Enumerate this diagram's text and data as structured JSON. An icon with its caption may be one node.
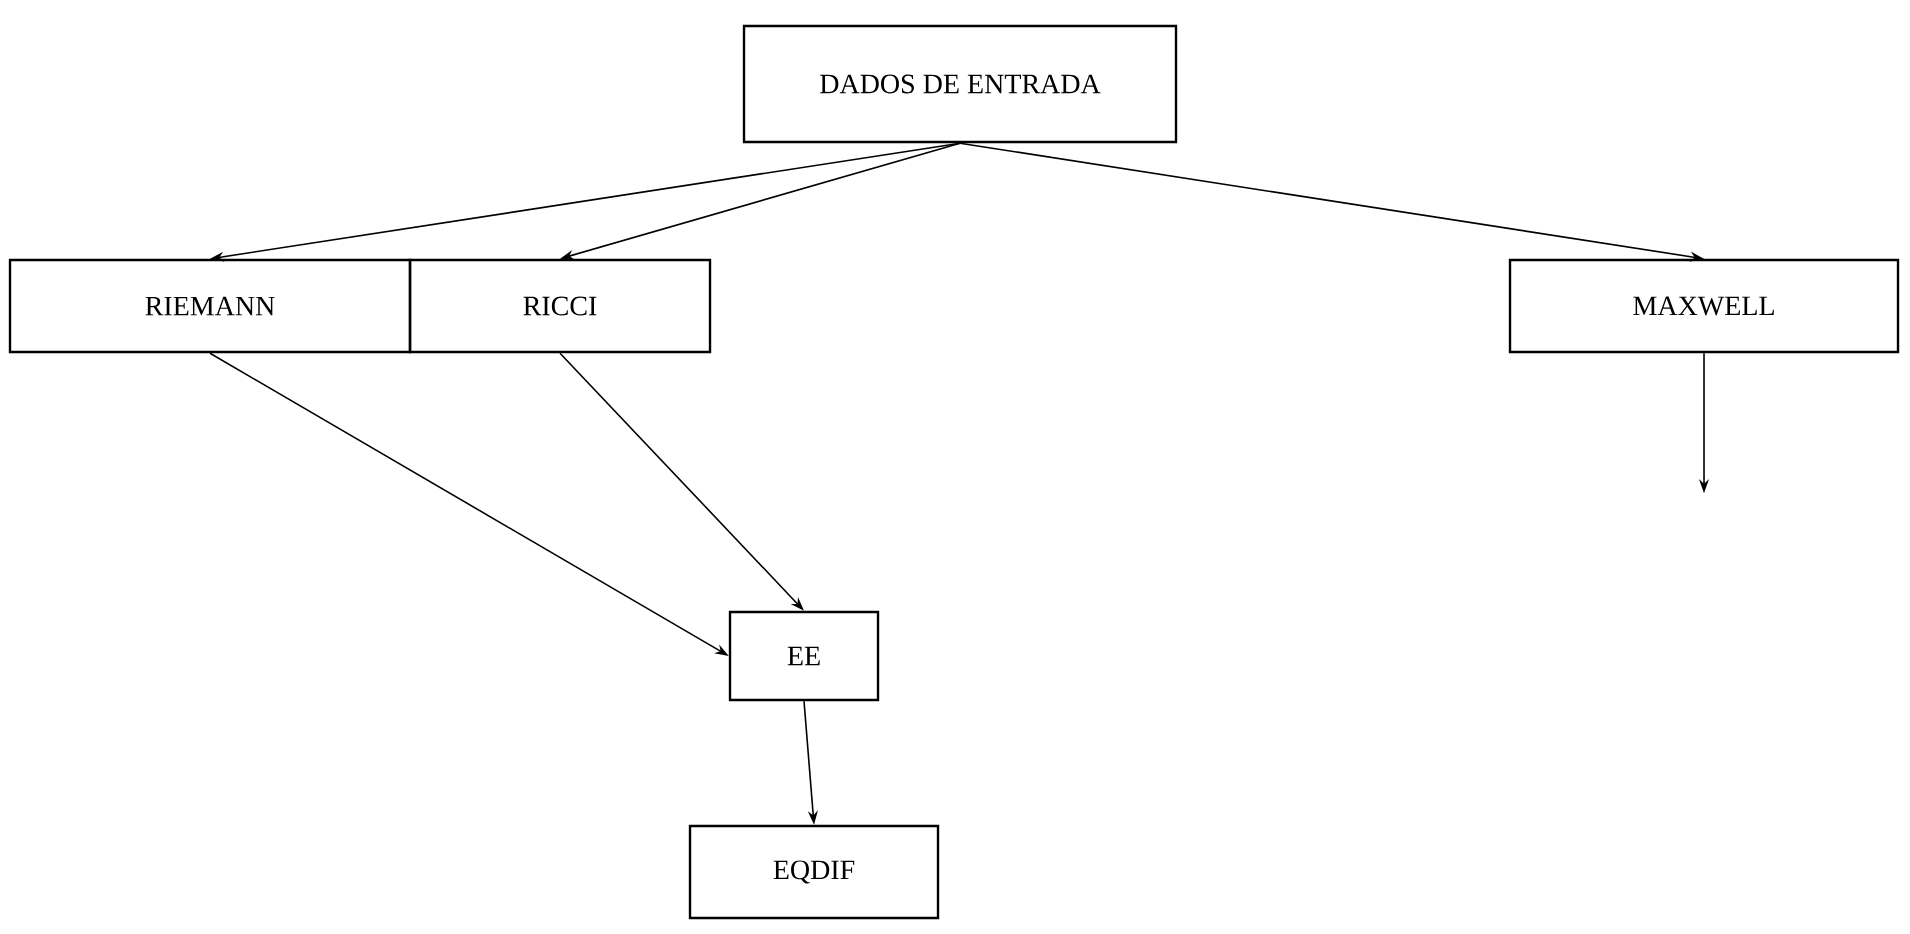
{
  "diagram": {
    "nodes": [
      {
        "text": [
          "DADOS DE ENTRADA"
        ]
      },
      {
        "text": [
          "RIEMANN"
        ]
      },
      {
        "text": [
          "RICCI"
        ]
      },
      {
        "text": [
          "MAXWELL"
        ]
      },
      {
        "text": [
          "EE"
        ]
      },
      {
        "text": [
          "EQDIF"
        ]
      }
    ],
    "edges": [
      {
        "from": 0,
        "to": 1,
        "arrow": "to"
      },
      {
        "from": 0,
        "to": 2,
        "arrow": "to"
      },
      {
        "from": 0,
        "to": 3,
        "arrow": "to"
      },
      {
        "from": 1,
        "to": 4,
        "arrow": "to"
      },
      {
        "from": 2,
        "to": 4,
        "arrow": "to"
      },
      {
        "from": 4,
        "to": 5,
        "arrow": "to"
      },
      {
        "from": 3,
        "to": null,
        "arrow": "to"
      }
    ]
  }
}
